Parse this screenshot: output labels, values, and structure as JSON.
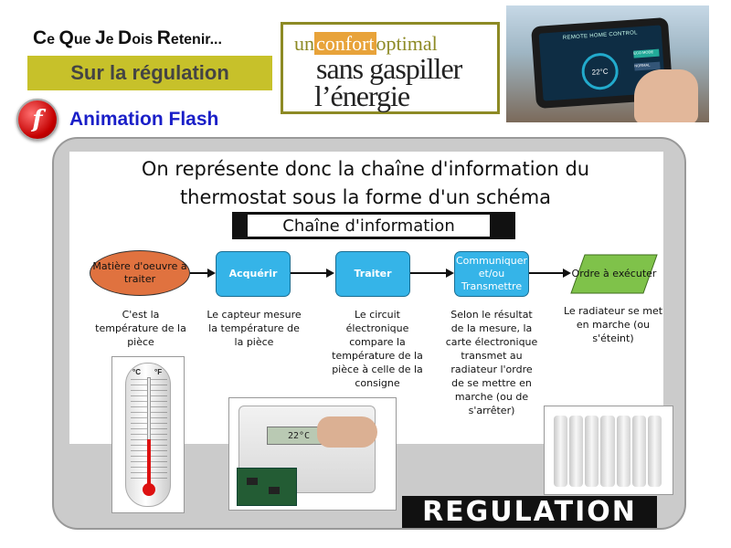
{
  "header": {
    "title_parts": [
      {
        "big": "C",
        "rest": "e "
      },
      {
        "big": "Q",
        "rest": "ue "
      },
      {
        "big": "J",
        "rest": "e "
      },
      {
        "big": "D",
        "rest": "ois "
      },
      {
        "big": "R",
        "rest": "etenir..."
      }
    ],
    "subtitle": "Sur la régulation",
    "flash_label": "Animation Flash",
    "flash_icon_glyph": "f"
  },
  "slogan": {
    "line1_a": "un",
    "line1_highlight": "confort",
    "line1_b": "optimal",
    "line2": "sans gaspiller",
    "line3": "l’énergie"
  },
  "tablet_photo": {
    "screen_title": "REMOTE HOME CONTROL",
    "temperature": "22°C",
    "button1": "ECO MODE",
    "button2": "NORMAL"
  },
  "main": {
    "title_line1": "On représente donc la chaîne d'information du",
    "title_line2": "thermostat sous la forme d'un schéma",
    "chain_label": "Chaîne d'information"
  },
  "chain": {
    "nodes": [
      {
        "label": "Matière d'oeuvre à traiter"
      },
      {
        "label": "Acquérir"
      },
      {
        "label": "Traiter"
      },
      {
        "label": "Communiquer et/ou Transmettre"
      },
      {
        "label": "Ordre à exécuter"
      }
    ],
    "descriptions": [
      "C'est la température de la pièce",
      "Le capteur mesure la température de la pièce",
      "Le circuit électronique compare la température de la pièce à celle de la consigne",
      "Selon le résultat de la mesure, la carte électronique transmet au radiateur l'ordre de se mettre en marche (ou de s'arrêter)",
      "Le radiateur se met en marche (ou s'éteint)"
    ]
  },
  "photos": {
    "thermometer_unit_left": "°C",
    "thermometer_unit_right": "°F",
    "device_display": "22°C"
  },
  "banner": {
    "text": "REGULATION"
  },
  "colors": {
    "subtitle_bg": "#c7c12a",
    "flash_blue": "#1a1fc8",
    "matiere_orange": "#e0723f",
    "box_blue": "#35b4e8",
    "ordre_green": "#7fc24a",
    "slogan_olive": "#8d8a25"
  }
}
